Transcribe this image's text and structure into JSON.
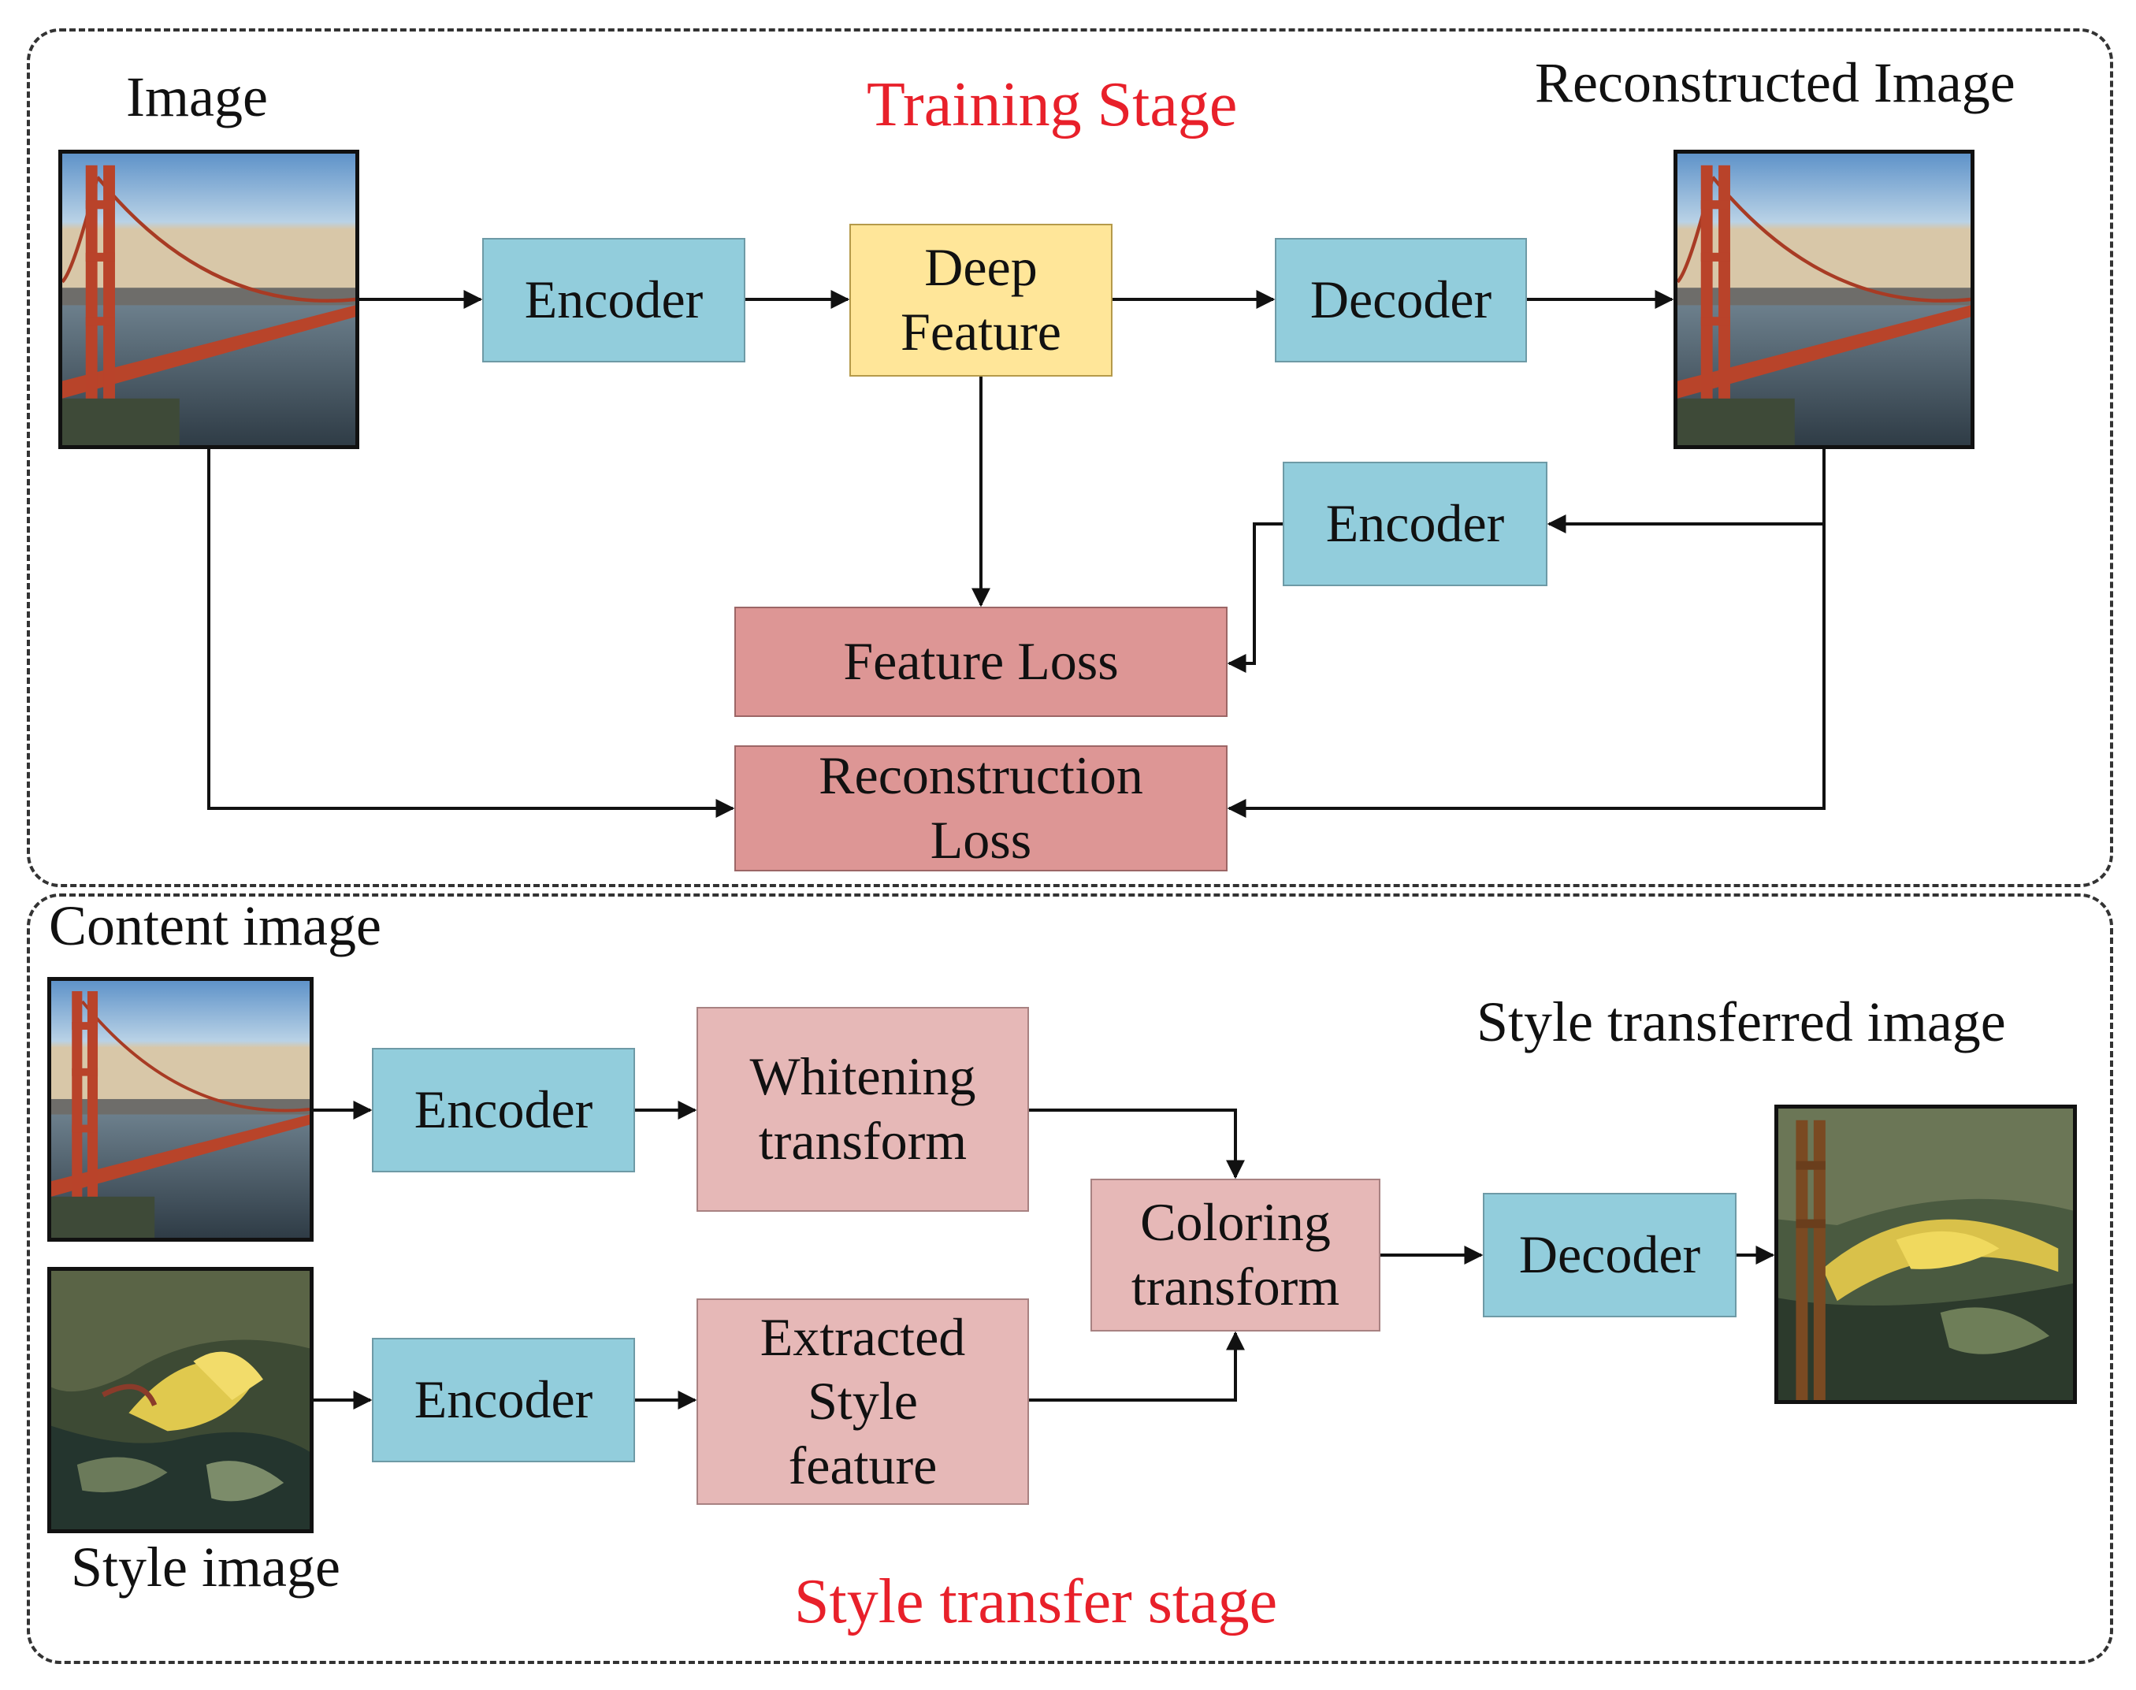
{
  "training": {
    "title": "Training Stage",
    "image_label": "Image",
    "recon_image_label": "Reconstructed Image",
    "encoder": "Encoder",
    "deep_feature": "Deep\nFeature",
    "decoder": "Decoder",
    "encoder2": "Encoder",
    "feature_loss": "Feature Loss",
    "recon_loss": "Reconstruction\nLoss"
  },
  "transfer": {
    "title": "Style transfer stage",
    "content_label": "Content image",
    "style_label": "Style image",
    "result_label": "Style transferred image",
    "encoder_content": "Encoder",
    "encoder_style": "Encoder",
    "whitening": "Whitening\ntransform",
    "extracted": "Extracted\nStyle\nfeature",
    "coloring": "Coloring\ntransform",
    "decoder": "Decoder"
  },
  "colors": {
    "title_red": "#e8202a",
    "encoder_blue": "#92cddc",
    "feature_yellow": "#ffe699",
    "loss_red": "#dd9695",
    "transform_pink": "#e6b8b7"
  }
}
